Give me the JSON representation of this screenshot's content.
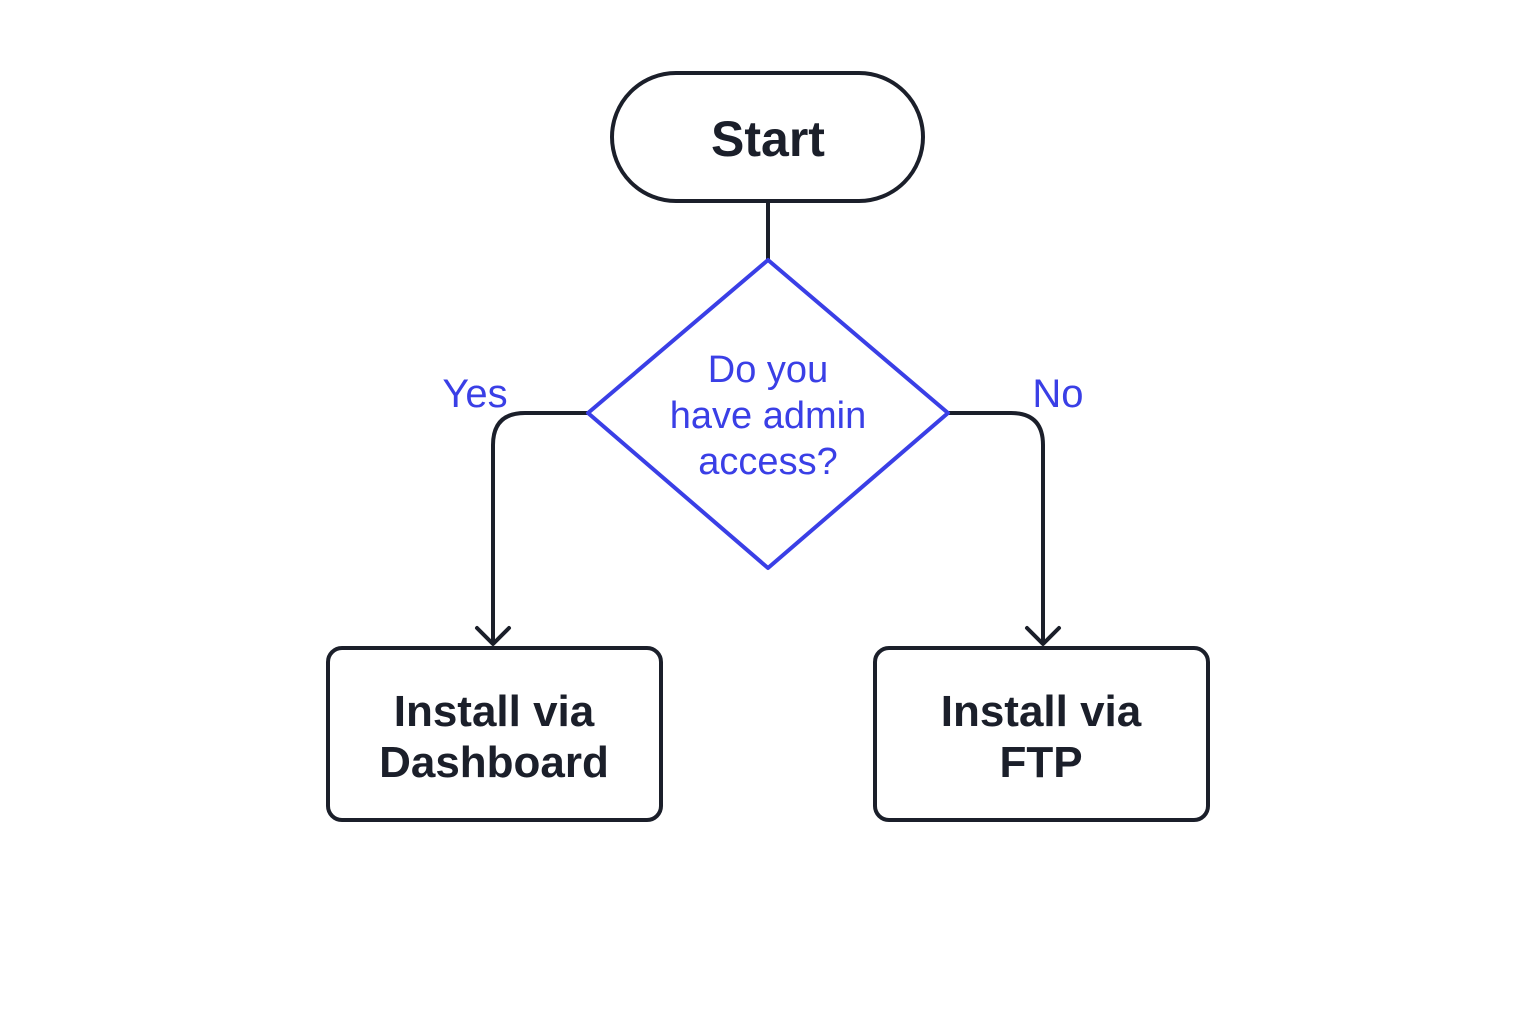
{
  "diagram": {
    "colors": {
      "line": "#1b1f2a",
      "accent": "#3a3fe6",
      "background": "#ffffff"
    },
    "nodes": {
      "start": {
        "label": "Start"
      },
      "decision": {
        "line1": "Do you",
        "line2": "have admin",
        "line3": "access?"
      },
      "dashboard": {
        "line1": "Install via",
        "line2": "Dashboard"
      },
      "ftp": {
        "line1": "Install via",
        "line2": "FTP"
      }
    },
    "edges": {
      "yes_label": "Yes",
      "no_label": "No"
    }
  }
}
